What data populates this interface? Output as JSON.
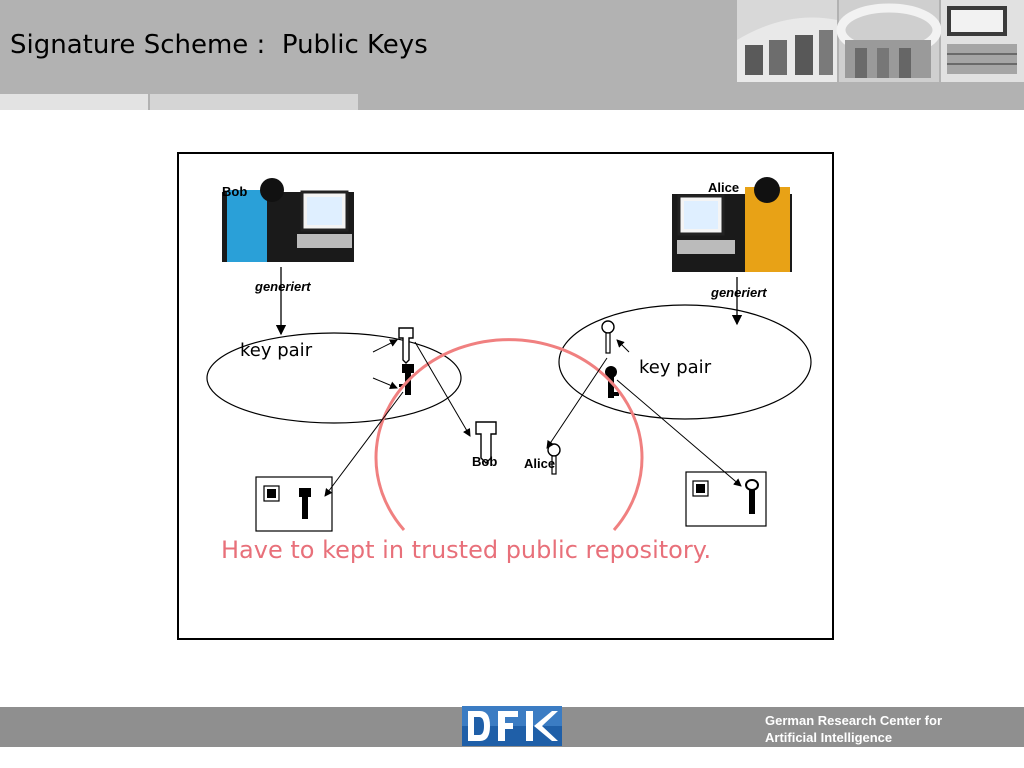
{
  "slide": {
    "title": "Signature Scheme :  Public Keys"
  },
  "diagram": {
    "bob_label": "Bob",
    "alice_label": "Alice",
    "generated_left": "generiert",
    "generated_right": "generiert",
    "key_pair_left": "key pair",
    "key_pair_right": "key pair",
    "repository_bob": "Bob",
    "repository_alice": "Alice",
    "caption": "Have to kept in trusted public repository."
  },
  "footer": {
    "org_line1": "German Research Center for",
    "org_line2": "Artificial Intelligence"
  },
  "colors": {
    "header_gray": "#b2b2b2",
    "footer_gray": "#8f8f8f",
    "repository_ring": "#f08080",
    "caption_red": "#e8707a",
    "logo_blue": "#1f5fa8"
  }
}
